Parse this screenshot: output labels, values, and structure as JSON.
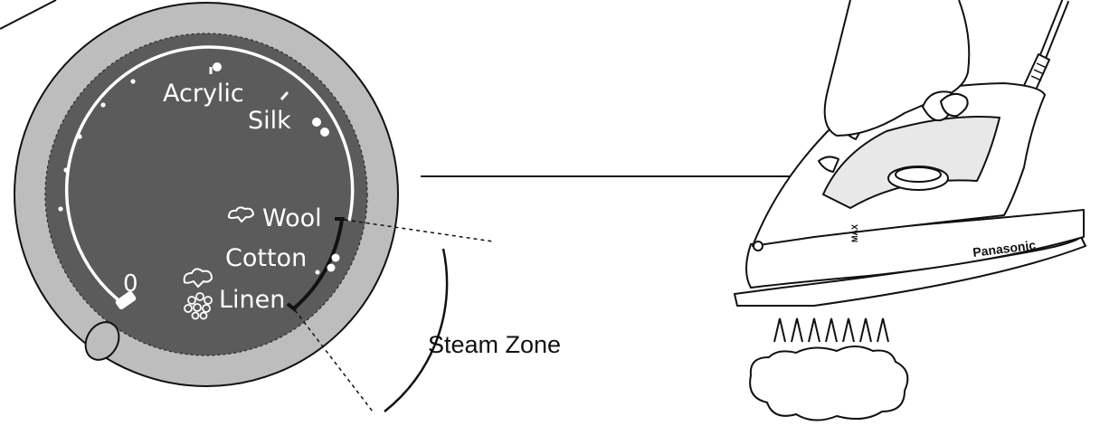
{
  "dial": {
    "labels": {
      "zero": "0",
      "acrylic": "Acrylic",
      "silk": "Silk",
      "wool": "Wool",
      "cotton": "Cotton",
      "linen": "Linen"
    }
  },
  "steam_zone_label": "Steam Zone",
  "iron": {
    "brand": "Panasonic",
    "max_mark": "MAX"
  },
  "colors": {
    "dial_face": "#5b5b5b",
    "dial_ring": "#bdbdbd",
    "outline": "#111111",
    "label": "#ffffff"
  }
}
